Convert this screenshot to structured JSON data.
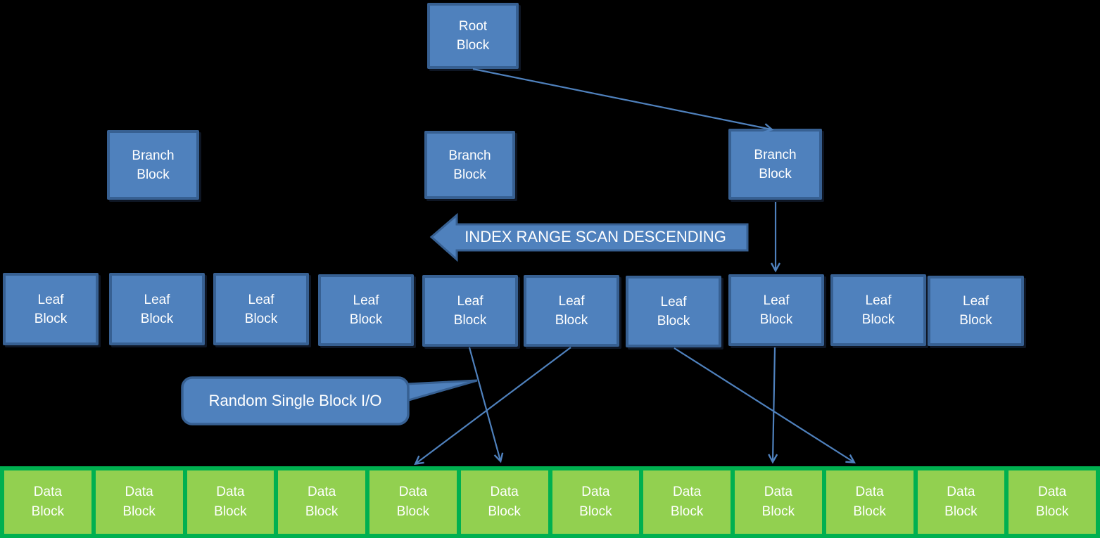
{
  "diagram": {
    "root_block": {
      "line1": "Root",
      "line2": "Block"
    },
    "branch_blocks": [
      {
        "line1": "Branch",
        "line2": "Block"
      },
      {
        "line1": "Branch",
        "line2": "Block"
      },
      {
        "line1": "Branch",
        "line2": "Block"
      }
    ],
    "leaf_blocks": [
      {
        "line1": "Leaf",
        "line2": "Block"
      },
      {
        "line1": "Leaf",
        "line2": "Block"
      },
      {
        "line1": "Leaf",
        "line2": "Block"
      },
      {
        "line1": "Leaf",
        "line2": "Block"
      },
      {
        "line1": "Leaf",
        "line2": "Block"
      },
      {
        "line1": "Leaf",
        "line2": "Block"
      },
      {
        "line1": "Leaf",
        "line2": "Block"
      },
      {
        "line1": "Leaf",
        "line2": "Block"
      },
      {
        "line1": "Leaf",
        "line2": "Block"
      },
      {
        "line1": "Leaf",
        "line2": "Block"
      }
    ],
    "data_blocks": [
      {
        "line1": "Data",
        "line2": "Block"
      },
      {
        "line1": "Data",
        "line2": "Block"
      },
      {
        "line1": "Data",
        "line2": "Block"
      },
      {
        "line1": "Data",
        "line2": "Block"
      },
      {
        "line1": "Data",
        "line2": "Block"
      },
      {
        "line1": "Data",
        "line2": "Block"
      },
      {
        "line1": "Data",
        "line2": "Block"
      },
      {
        "line1": "Data",
        "line2": "Block"
      },
      {
        "line1": "Data",
        "line2": "Block"
      },
      {
        "line1": "Data",
        "line2": "Block"
      },
      {
        "line1": "Data",
        "line2": "Block"
      },
      {
        "line1": "Data",
        "line2": "Block"
      }
    ],
    "annotations": {
      "index_range_scan": "INDEX RANGE SCAN DESCENDING",
      "random_single_block_io": "Random Single Block I/O"
    },
    "colors": {
      "background": "#000000",
      "node_fill": "#4F81BD",
      "node_border": "#376092",
      "connector": "#4F81BD",
      "data_fill": "#92D050",
      "data_border": "#00B050",
      "label_text": "#FFFFFF"
    }
  }
}
